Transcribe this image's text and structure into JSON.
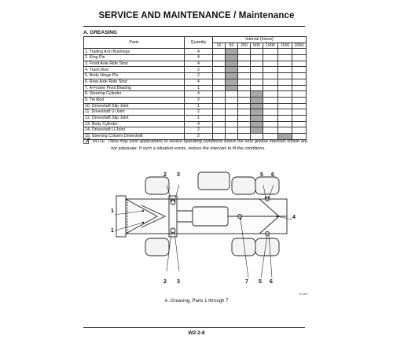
{
  "header": {
    "title": "SERVICE AND MAINTENANCE / Maintenance"
  },
  "section": {
    "label": "A. GREASING"
  },
  "table": {
    "parts_header": "Parts",
    "quantity_header": "Quantity",
    "interval_header": "Interval (hours)",
    "intervals": [
      "10",
      "50",
      "250",
      "500",
      "1000",
      "1500",
      "2000"
    ],
    "rows": [
      {
        "part": "1.  Trailing Arm Bushings",
        "qty": "4",
        "interval": "50"
      },
      {
        "part": "2.  King Pin",
        "qty": "4",
        "interval": "50"
      },
      {
        "part": "3.  Front Axle Ride Strut",
        "qty": "4",
        "interval": "50"
      },
      {
        "part": "4.  Track Rod",
        "qty": "2",
        "interval": "50"
      },
      {
        "part": "5.  Body Hinge Pin",
        "qty": "2",
        "interval": "50"
      },
      {
        "part": "6.  Rear Axle Ride Strut",
        "qty": "4",
        "interval": "50"
      },
      {
        "part": "7.  A-Frame Pivot Bearing",
        "qty": "1",
        "interval": "50"
      },
      {
        "part": "8.  Steering Cylinder",
        "qty": "4",
        "interval": "500"
      },
      {
        "part": "9.  Tie Rod",
        "qty": "2",
        "interval": "500"
      },
      {
        "part": "10.  Driveshaft Slip Joint",
        "qty": "1",
        "interval": "500"
      },
      {
        "part": "11.  Driveshaft U-Joint",
        "qty": "2",
        "interval": "500"
      },
      {
        "part": "12.  Driveshaft Slip Joint",
        "qty": "1",
        "interval": "500"
      },
      {
        "part": "13.  Body Cylinder",
        "qty": "4",
        "interval": "500"
      },
      {
        "part": "14.  Driveshaft U-Joint",
        "qty": "2",
        "interval": "500"
      },
      {
        "part": "15.  Steering Column Driveshaft",
        "qty": "2",
        "interval": "1500"
      }
    ]
  },
  "note": {
    "label": "NOTE:",
    "line1": "There may exist applications or severe operating conditions where the hour grease intervals shown are",
    "line2": "not adequate. If such a situation exists, reduce the intervals to fit the conditions."
  },
  "figure": {
    "callouts": {
      "top_2": "2",
      "top_3": "3",
      "top_5": "5",
      "top_6": "6",
      "left_1a": "1",
      "left_1b": "1",
      "right_4": "4",
      "bottom_2": "2",
      "bottom_3": "3",
      "bottom_7": "7",
      "bottom_5": "5",
      "bottom_6": "6"
    },
    "figure_id": "IS 9467",
    "caption": "A. Greasing, Parts 1 through 7"
  },
  "footer": {
    "page_number": "W2-2-8"
  }
}
